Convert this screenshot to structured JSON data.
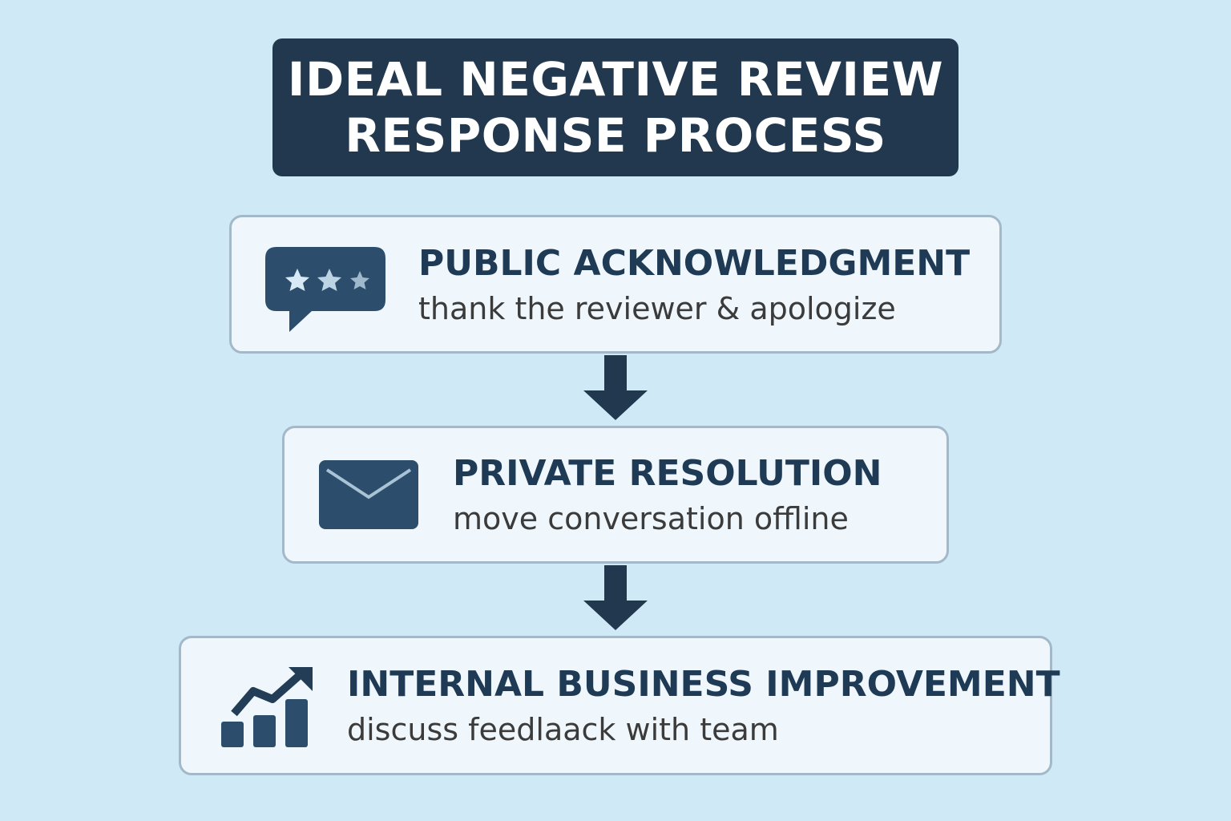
{
  "title": {
    "line1": "IDEAL NEGATIVE REVIEW",
    "line2": "RESPONSE PROCESS"
  },
  "steps": [
    {
      "heading": "PUBLIC ACKNOWLEDGMENT",
      "subtitle": "thank the reviewer & apologize",
      "icon": "speech-bubble-stars-icon"
    },
    {
      "heading": "PRIVATE RESOLUTION",
      "subtitle": "move conversation offline",
      "icon": "envelope-icon"
    },
    {
      "heading": "INTERNAL BUSINESS IMPROVEMENT",
      "subtitle": "discuss feedlaack with team",
      "icon": "growth-chart-icon"
    }
  ],
  "colors": {
    "background": "#cfeaf6",
    "primary": "#22384f",
    "box": "#eff7fc"
  }
}
